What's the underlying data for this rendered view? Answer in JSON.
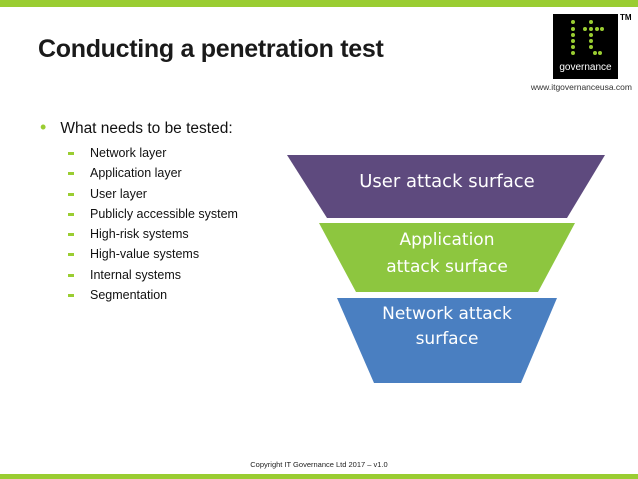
{
  "slide": {
    "title": "Conducting a penetration test",
    "logo": {
      "word": "governance",
      "tm": "TM",
      "url": "www.itgovernanceusa.com"
    },
    "bullet": "What needs to be tested:",
    "items": [
      "Network layer",
      "Application layer",
      "User layer",
      "Publicly accessible system",
      "High-risk systems",
      "High-value systems",
      "Internal systems",
      "Segmentation"
    ],
    "funnel": {
      "user": "User attack surface",
      "app_line1": "Application",
      "app_line2": "attack surface",
      "net_line1": "Network attack",
      "net_line2": "surface"
    },
    "footer": "Copyright IT Governance Ltd 2017 – v1.0",
    "colors": {
      "accent_green": "#9acd32",
      "user_layer": "#5e4a7e",
      "application_layer": "#8dc63f",
      "network_layer": "#4a7fc1"
    }
  }
}
